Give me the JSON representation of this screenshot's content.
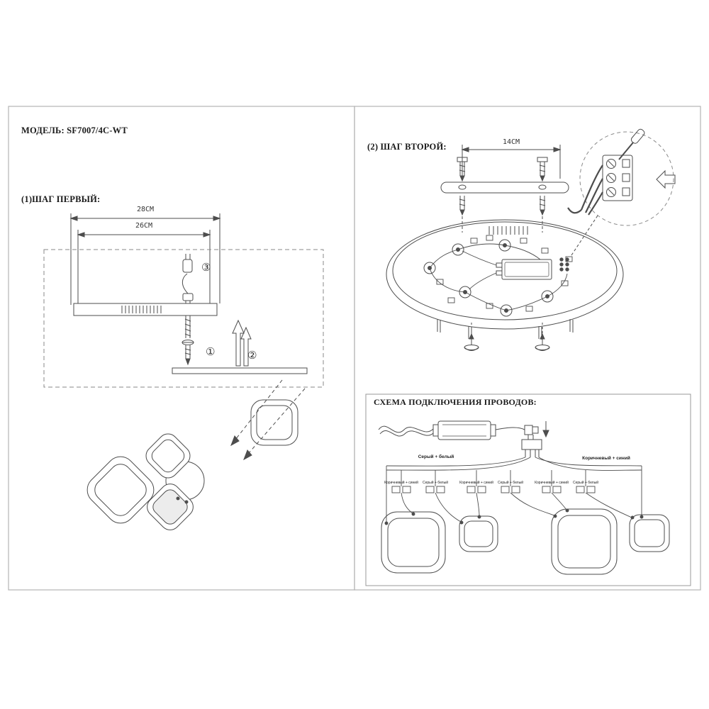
{
  "page": {
    "model_label": "МОДЕЛЬ: SF7007/4C-WT",
    "step1_title": "(1)ШАГ ПЕРВЫЙ:",
    "step2_title": "(2) ШАГ ВТОРОЙ:",
    "wiring_title": "СХЕМА ПОДКЛЮЧЕНИЯ ПРОВОДОВ:"
  },
  "dimensions": {
    "outer_width": "28CM",
    "inner_width": "26CM",
    "bracket_width": "14CM"
  },
  "callouts": {
    "num1": "①",
    "num2": "②",
    "num3": "③"
  },
  "wiring": {
    "bus_label_left": "Серый + белый",
    "bus_label_right": "Коричневый + синий",
    "connector_labels": [
      "Коричневый + синий",
      "Серый + белый",
      "Коричневый + синий",
      "Серый + белый",
      "Коричневый + синий",
      "Серый + белый"
    ]
  },
  "colors": {
    "line": "#4d4d4d",
    "frame": "#b4b4b4",
    "text": "#1a1a1a"
  }
}
